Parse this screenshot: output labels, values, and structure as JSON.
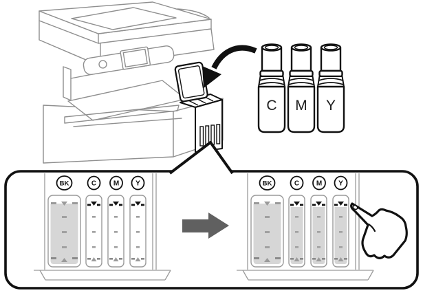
{
  "figure": {
    "kind": "printer-ink-refill-instruction-diagram",
    "colors": {
      "printer_line_gray": "#8f8f8f",
      "accent_line_black": "#111111",
      "ink_fill_gray": "#d6d6d6",
      "marker_gray": "#9a9a9a",
      "block_arrow_gray": "#606060",
      "background": "#ffffff"
    }
  },
  "bottles": {
    "labels": [
      "C",
      "M",
      "Y"
    ]
  },
  "tank_views": {
    "before": {
      "labels": [
        "BK",
        "C",
        "M",
        "Y"
      ],
      "filled_tanks": [
        "BK"
      ]
    },
    "after": {
      "labels": [
        "BK",
        "C",
        "M",
        "Y"
      ],
      "filled_tanks": [
        "BK",
        "C",
        "M",
        "Y"
      ]
    }
  },
  "icons": {
    "curved_arrow": "curved-arrow-down-left",
    "block_arrow": "right-block-arrow",
    "hand": "pointing-hand"
  }
}
